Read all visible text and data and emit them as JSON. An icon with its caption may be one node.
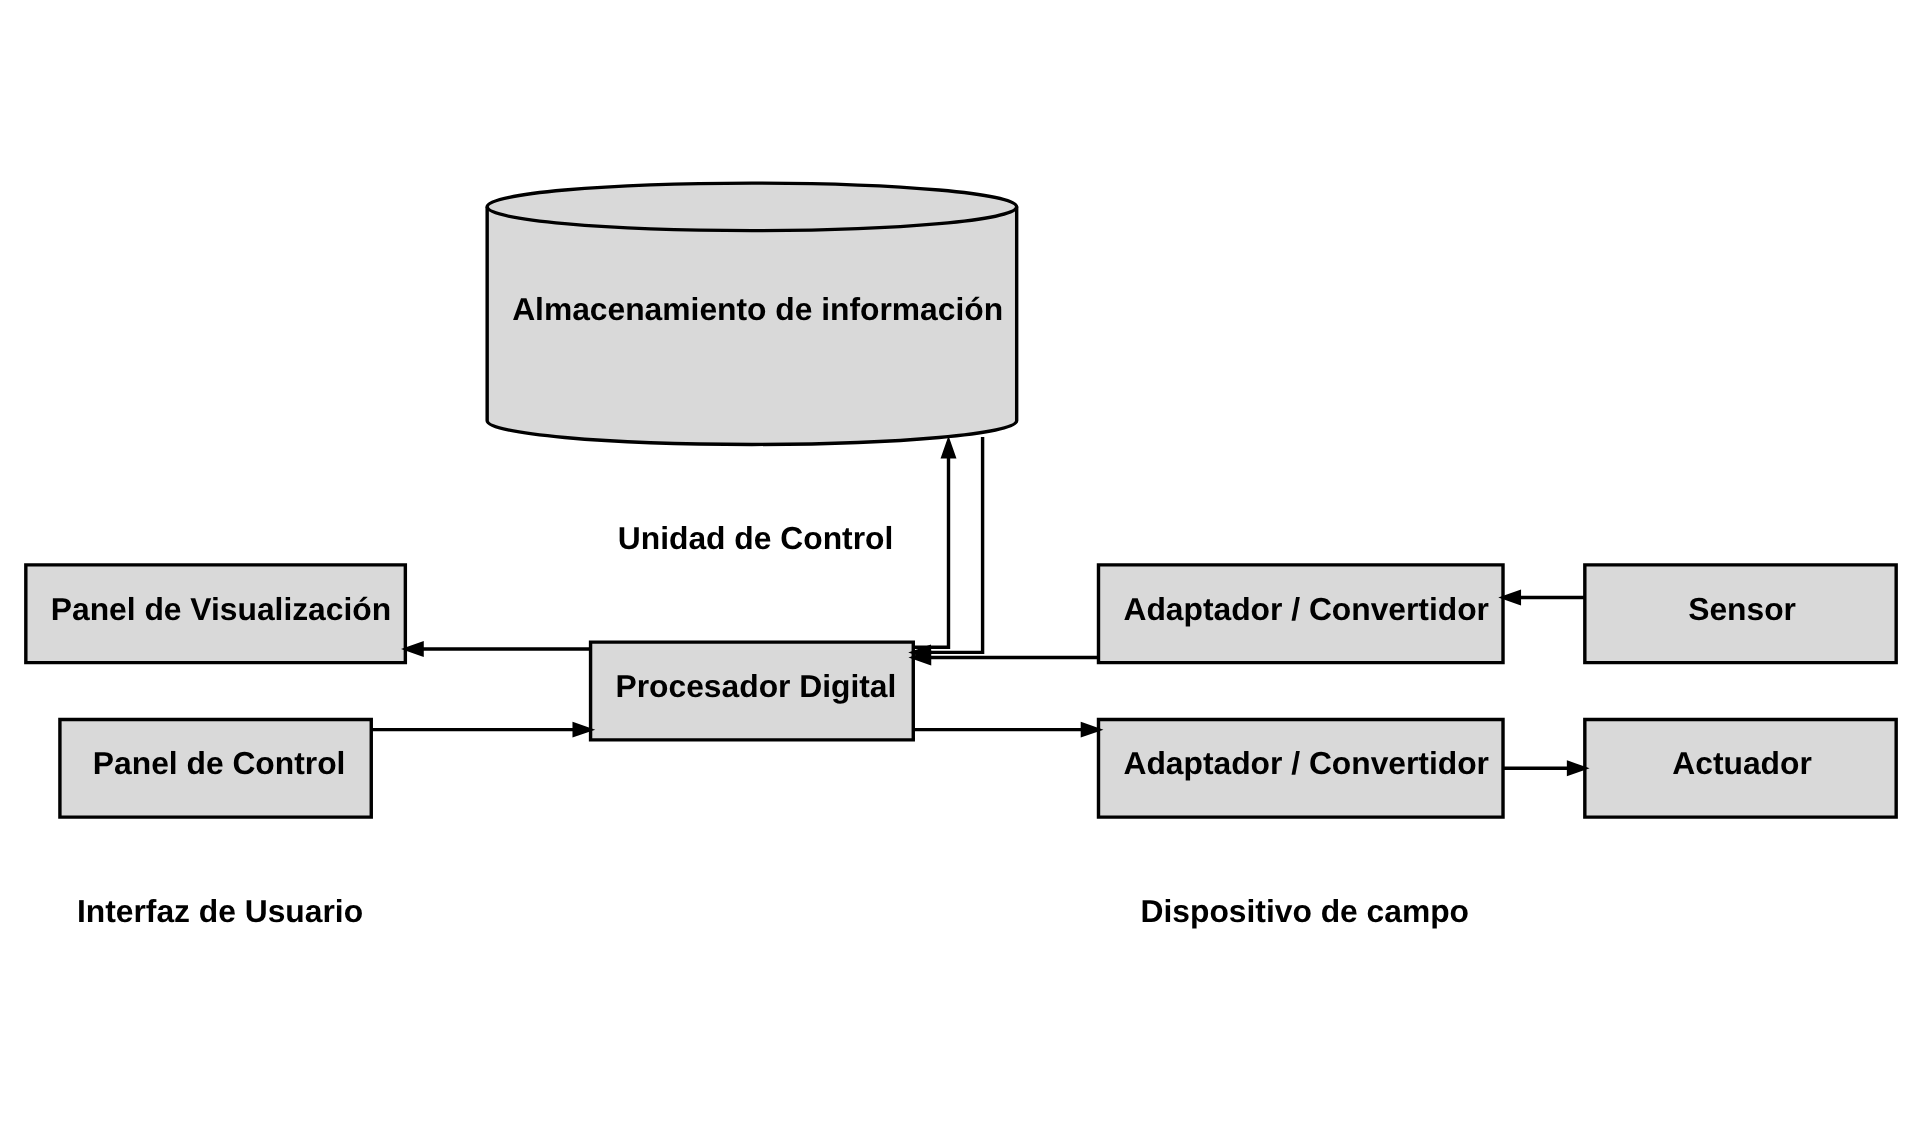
{
  "diagram": {
    "nodes": [
      {
        "text": [
          "Panel de Visualización"
        ]
      },
      {
        "text": [
          "Adaptador / Convertidor"
        ]
      },
      {
        "text": [
          "Sensor"
        ]
      },
      {
        "text": [
          "Procesador Digital"
        ]
      },
      {
        "text": [
          "Panel de Control"
        ]
      },
      {
        "text": [
          "Adaptador / Convertidor"
        ]
      },
      {
        "text": [
          "Actuador"
        ]
      },
      {
        "text": [
          "Almacenamiento de información"
        ]
      }
    ],
    "edges": [
      {
        "from": 2,
        "to": 1,
        "arrow": "to"
      },
      {
        "from": 1,
        "to": 3,
        "arrow": "to"
      },
      {
        "from": 3,
        "to": 0,
        "arrow": "to"
      },
      {
        "from": 4,
        "to": 3,
        "arrow": "to"
      },
      {
        "from": 3,
        "to": 5,
        "arrow": "to"
      },
      {
        "from": 5,
        "to": 6,
        "arrow": "to"
      },
      {
        "from": 7,
        "to": 3,
        "arrow": "to"
      },
      {
        "from": 3,
        "to": 7,
        "arrow": "to"
      }
    ],
    "labels": [
      "Interfaz de Usuario",
      "Unidad de Control",
      "Dispositivo de campo"
    ]
  }
}
